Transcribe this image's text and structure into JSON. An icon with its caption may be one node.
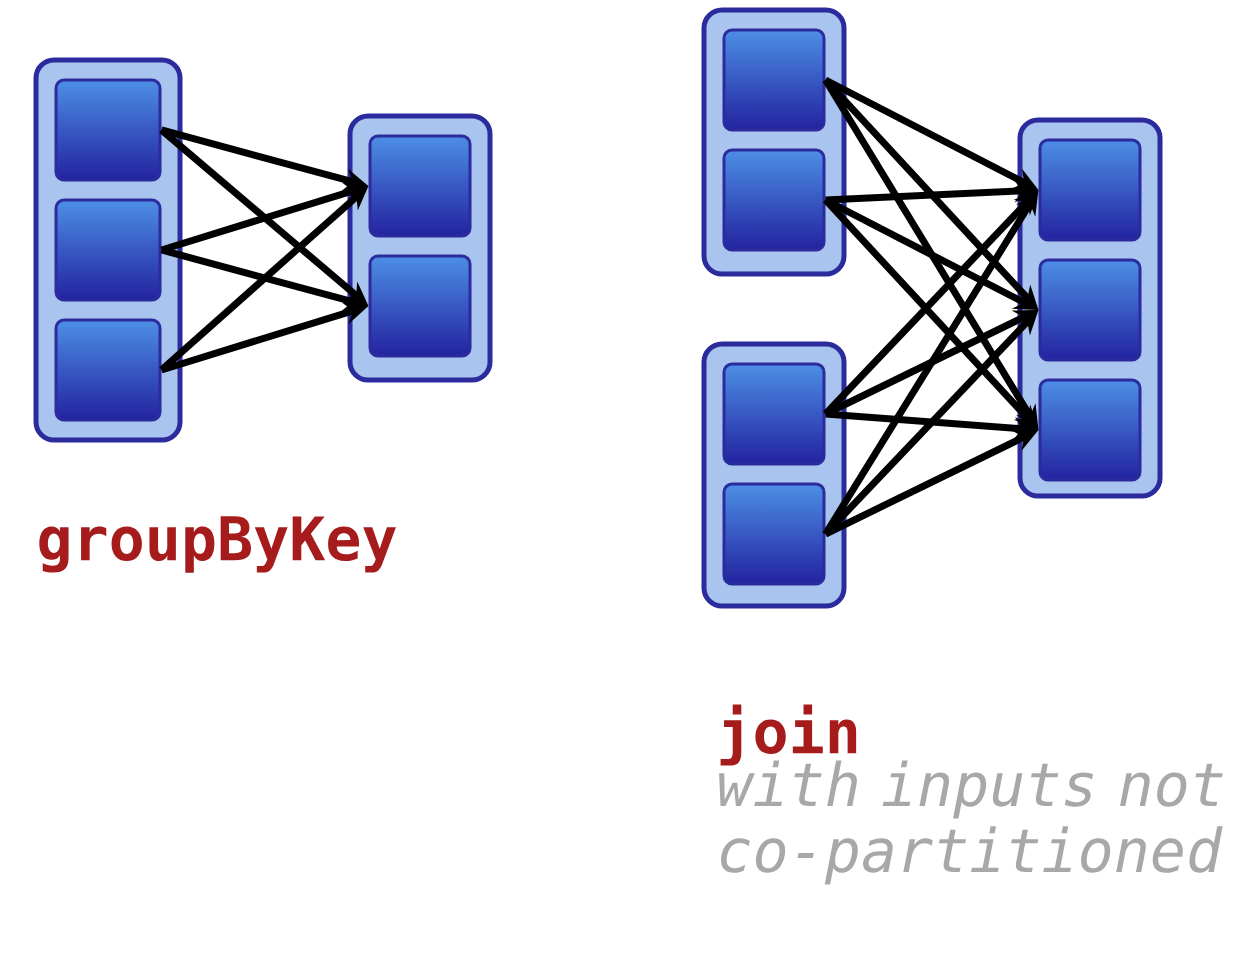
{
  "diagram": {
    "nodes": [
      {
        "text": [],
        "shape": "box"
      },
      {
        "text": [],
        "shape": "box",
        "in": 0
      },
      {
        "text": [],
        "shape": "box",
        "in": 0
      },
      {
        "text": [],
        "shape": "box",
        "in": 0
      },
      {
        "text": [],
        "shape": "box"
      },
      {
        "text": [],
        "shape": "box",
        "in": 4
      },
      {
        "text": [],
        "shape": "box",
        "in": 4
      },
      {
        "text": [],
        "shape": "box"
      },
      {
        "text": [],
        "shape": "box",
        "in": 7
      },
      {
        "text": [],
        "shape": "box",
        "in": 7
      },
      {
        "text": [],
        "shape": "box"
      },
      {
        "text": [],
        "shape": "box",
        "in": 10
      },
      {
        "text": [],
        "shape": "box",
        "in": 10
      },
      {
        "text": [],
        "shape": "box"
      },
      {
        "text": [],
        "shape": "box",
        "in": 13
      },
      {
        "text": [],
        "shape": "box",
        "in": 13
      },
      {
        "text": [],
        "shape": "box",
        "in": 13
      }
    ],
    "edges": [
      {
        "from": 1,
        "to": 5,
        "arrow": "to"
      },
      {
        "from": 1,
        "to": 6,
        "arrow": "to"
      },
      {
        "from": 2,
        "to": 5,
        "arrow": "to"
      },
      {
        "from": 2,
        "to": 6,
        "arrow": "to"
      },
      {
        "from": 3,
        "to": 5,
        "arrow": "to"
      },
      {
        "from": 3,
        "to": 6,
        "arrow": "to"
      },
      {
        "from": 8,
        "to": 14,
        "arrow": "to"
      },
      {
        "from": 8,
        "to": 15,
        "arrow": "to"
      },
      {
        "from": 8,
        "to": 16,
        "arrow": "to"
      },
      {
        "from": 9,
        "to": 14,
        "arrow": "to"
      },
      {
        "from": 9,
        "to": 15,
        "arrow": "to"
      },
      {
        "from": 9,
        "to": 16,
        "arrow": "to"
      },
      {
        "from": 11,
        "to": 14,
        "arrow": "to"
      },
      {
        "from": 11,
        "to": 15,
        "arrow": "to"
      },
      {
        "from": 11,
        "to": 16,
        "arrow": "to"
      },
      {
        "from": 12,
        "to": 14,
        "arrow": "to"
      },
      {
        "from": 12,
        "to": 15,
        "arrow": "to"
      },
      {
        "from": 12,
        "to": 16,
        "arrow": "to"
      }
    ],
    "labels": [
      "groupByKey",
      "join",
      "with inputs not co-partitioned"
    ]
  }
}
